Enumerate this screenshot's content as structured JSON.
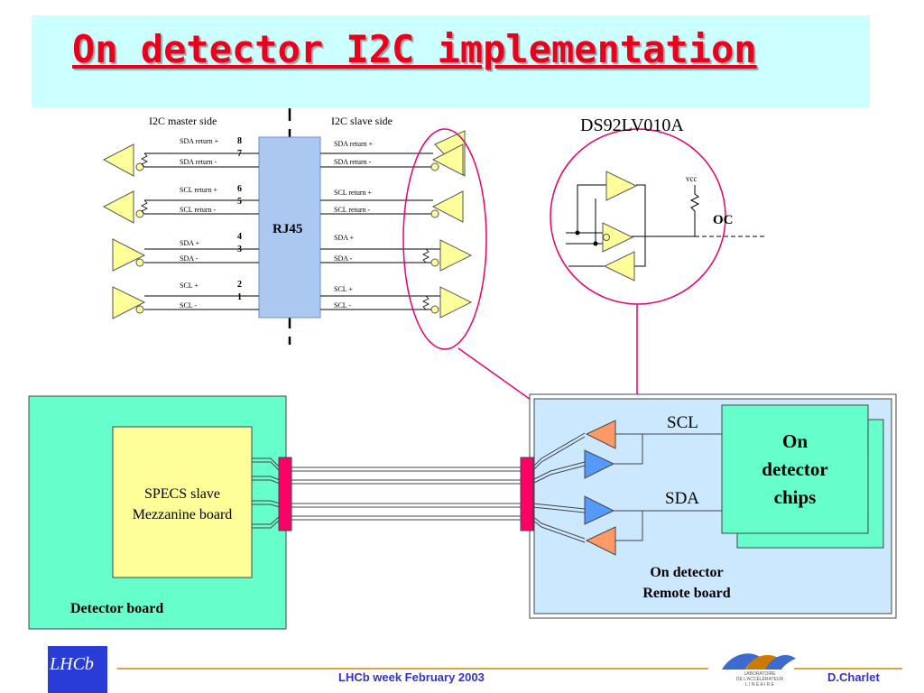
{
  "title": "On detector I2C implementation",
  "schematic": {
    "master_side": "I2C master side",
    "slave_side": "I2C slave side",
    "connector": "RJ45",
    "master_signals": [
      "SDA return +",
      "SDA return -",
      "SCL return +",
      "SCL return -",
      "SDA +",
      "SDA -",
      "SCL +",
      "SCL -"
    ],
    "slave_signals": [
      "SDA return +",
      "SDA return -",
      "SCL return +",
      "SCL return -",
      "SDA +",
      "SDA -",
      "SCL +",
      "SCL -"
    ],
    "pins": [
      "8",
      "7",
      "6",
      "5",
      "4",
      "3",
      "2",
      "1"
    ]
  },
  "transceiver": {
    "part": "DS92LV010A",
    "vcc": "vcc",
    "oc": "OC"
  },
  "block": {
    "detector_board": "Detector board",
    "specs_line1": "SPECS slave",
    "specs_line2": "Mezzanine board",
    "scl": "SCL",
    "sda": "SDA",
    "chips_line1": "On",
    "chips_line2": "detector",
    "chips_line3": "chips",
    "remote_line1": "On detector",
    "remote_line2": "Remote board"
  },
  "footer": {
    "event": "LHCb week February  2003",
    "author": "D.Charlet",
    "logo_left": "LHCb",
    "logo_right_line1": "LABORATOIRE",
    "logo_right_line2": "DE L'ACCÉLÉRATEUR",
    "logo_right_line3": "L I N É A I R E"
  },
  "colors": {
    "title": "#e8001c",
    "title_band": "#ccffff",
    "detector_board": "#66ffcc",
    "remote_board": "#cce8ff",
    "mezzanine": "#ffff99",
    "chips": "#66ffcc",
    "connector": "#ff0066",
    "buffer_orange": "#ff9966",
    "buffer_blue": "#5599ff",
    "footer_text": "#3333cc"
  }
}
